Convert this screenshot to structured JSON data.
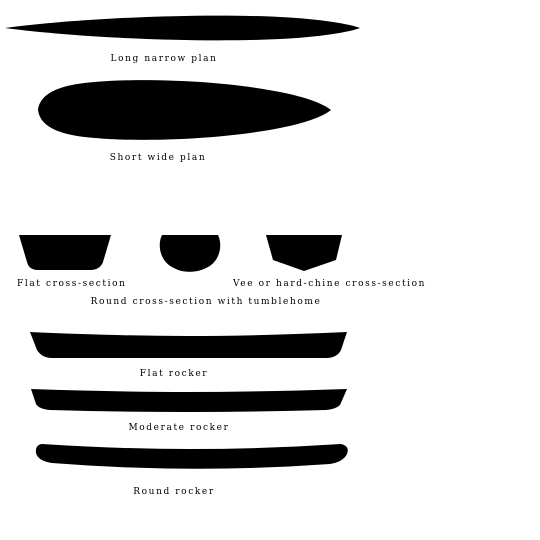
{
  "plan_views": {
    "long_narrow_label": "Long narrow plan",
    "short_wide_label": "Short wide plan"
  },
  "cross_sections": {
    "flat_label": "Flat cross-section",
    "round_label": "Round cross-section with tumblehome",
    "vee_label": "Vee or hard-chine cross-section"
  },
  "rocker_profiles": {
    "flat_label": "Flat rocker",
    "moderate_label": "Moderate rocker",
    "round_label": "Round rocker"
  },
  "colors": {
    "ink": "#000000",
    "background": "#ffffff"
  }
}
